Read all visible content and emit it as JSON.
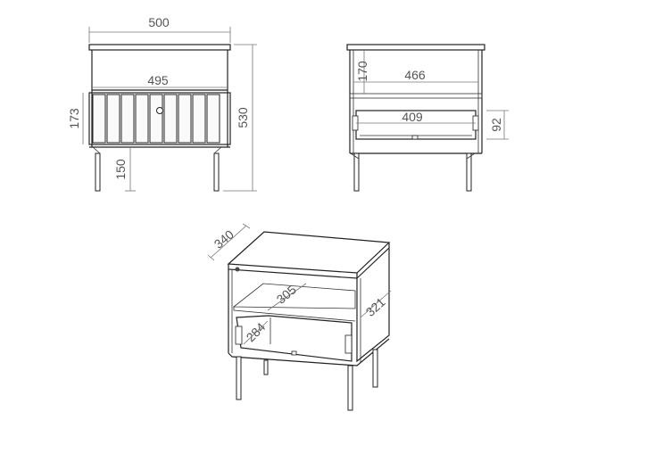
{
  "front_view": {
    "width_overall": "500",
    "width_drawer": "495",
    "height_drawer": "173",
    "height_legs": "150",
    "height_overall": "530"
  },
  "side_section": {
    "shelf_height": "170",
    "inner_depth": "466",
    "drawer_depth": "409",
    "drawer_height": "92"
  },
  "isometric_view": {
    "depth_top": "340",
    "shelf_depth": "305",
    "drawer_depth": "284",
    "side_depth": "321"
  }
}
